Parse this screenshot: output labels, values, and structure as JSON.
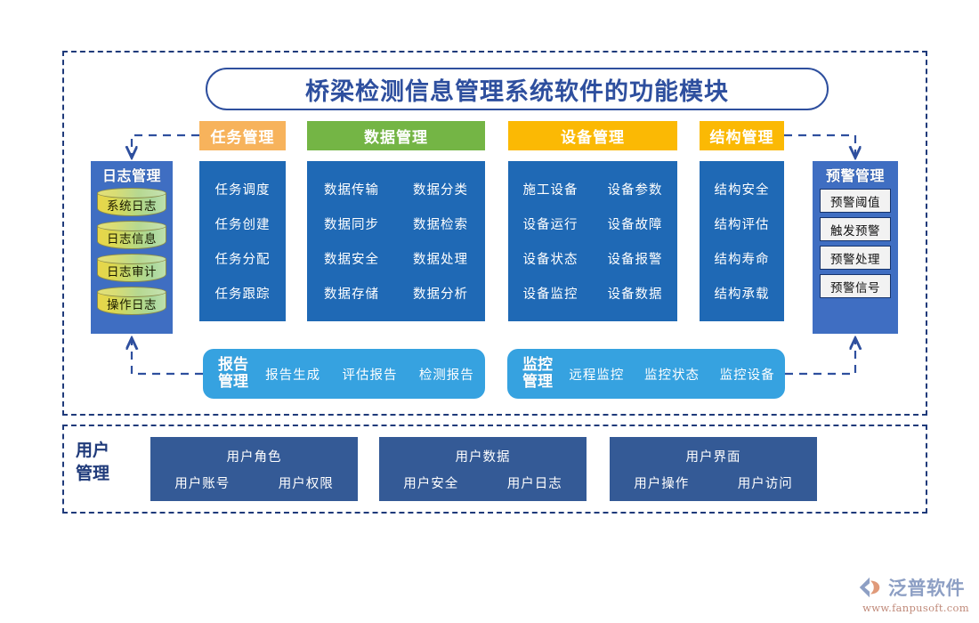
{
  "title": "桥梁检测信息管理系统软件的功能模块",
  "colors": {
    "tab_task": "#f7b35c",
    "tab_data": "#74b545",
    "tab_device": "#fbb904",
    "tab_struct": "#fbb904",
    "panel_blue": "#1f69b5",
    "side_panel_blue": "#3f6ec2",
    "bar_blue": "#36a2e0",
    "user_blue": "#345a96",
    "frame_navy": "#1f3a7a",
    "title_navy": "#2e4f9e"
  },
  "tabs": [
    {
      "label": "任务管理"
    },
    {
      "label": "数据管理"
    },
    {
      "label": "设备管理"
    },
    {
      "label": "结构管理"
    }
  ],
  "log_management": {
    "title": "日志管理",
    "items": [
      "系统日志",
      "日志信息",
      "日志审计",
      "操作日志"
    ]
  },
  "task_management": {
    "items": [
      "任务调度",
      "任务创建",
      "任务分配",
      "任务跟踪"
    ]
  },
  "data_management": {
    "rows": [
      [
        "数据传输",
        "数据分类"
      ],
      [
        "数据同步",
        "数据检索"
      ],
      [
        "数据安全",
        "数据处理"
      ],
      [
        "数据存储",
        "数据分析"
      ]
    ]
  },
  "device_management": {
    "rows": [
      [
        "施工设备",
        "设备参数"
      ],
      [
        "设备运行",
        "设备故障"
      ],
      [
        "设备状态",
        "设备报警"
      ],
      [
        "设备监控",
        "设备数据"
      ]
    ]
  },
  "structure_management": {
    "items": [
      "结构安全",
      "结构评估",
      "结构寿命",
      "结构承载"
    ]
  },
  "warning_management": {
    "title": "预警管理",
    "items": [
      "预警阈值",
      "触发预警",
      "预警处理",
      "预警信号"
    ]
  },
  "report_management": {
    "title_line1": "报告",
    "title_line2": "管理",
    "items": [
      "报告生成",
      "评估报告",
      "检测报告"
    ]
  },
  "monitor_management": {
    "title_line1": "监控",
    "title_line2": "管理",
    "items": [
      "远程监控",
      "监控状态",
      "监控设备"
    ]
  },
  "user_management": {
    "label_line1": "用户",
    "label_line2": "管理",
    "boxes": [
      {
        "head": "用户角色",
        "subs": [
          "用户账号",
          "用户权限"
        ]
      },
      {
        "head": "用户数据",
        "subs": [
          "用户安全",
          "用户日志"
        ]
      },
      {
        "head": "用户界面",
        "subs": [
          "用户操作",
          "用户访问"
        ]
      }
    ]
  },
  "logo": {
    "name": "泛普软件",
    "url": "www.fanpusoft.com"
  }
}
